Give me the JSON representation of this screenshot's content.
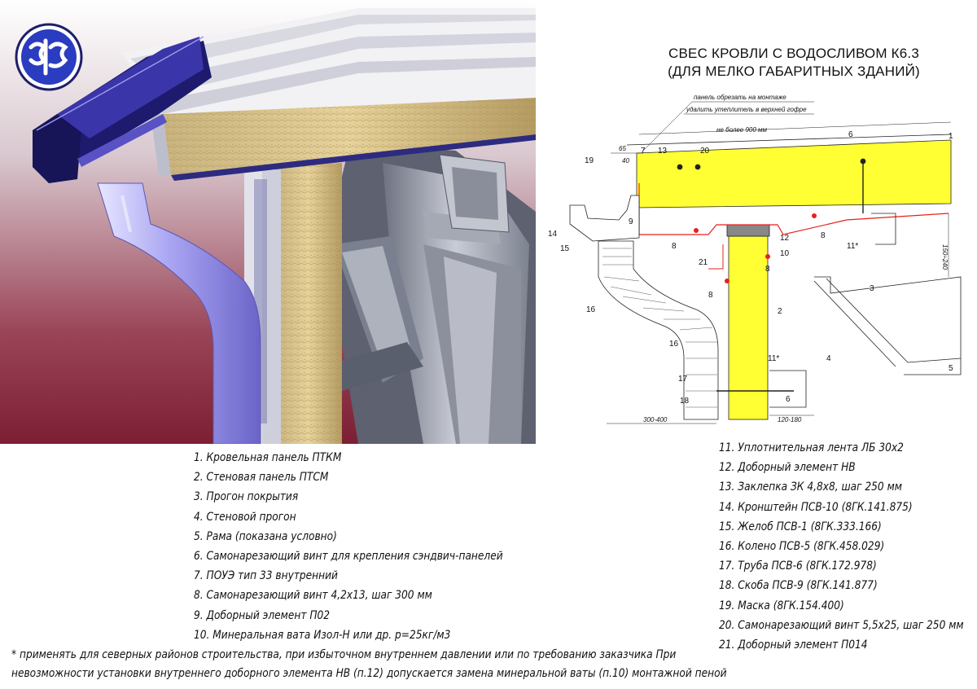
{
  "title_line1": "СВЕС КРОВЛИ С ВОДОСЛИВОМ К6.3",
  "title_line2": "(ДЛЯ МЕЛКО ГАБАРИТНЫХ ЗДАНИЙ)",
  "drawing": {
    "callout_1": "панель обрезать на монтаже",
    "callout_2": "удалить утеплитель в верхней гофре",
    "dim_900": "не более 900 мм",
    "dim_65": "65",
    "dim_40": "40",
    "dim_height": "150÷240",
    "dim_300_400": "300-400",
    "dim_120_180": "120-180",
    "labels": [
      "1",
      "2",
      "3",
      "4",
      "5",
      "6",
      "6",
      "7",
      "8",
      "8",
      "8",
      "8",
      "9",
      "10",
      "11*",
      "11*",
      "12",
      "13",
      "14",
      "15",
      "16",
      "16",
      "17",
      "18",
      "19",
      "20",
      "21"
    ]
  },
  "legend_left": [
    "1. Кровельная панель ПТКМ",
    "2. Стеновая панель ПТСМ",
    "3. Прогон покрытия",
    "4. Стеновой прогон",
    "5. Рама (показана условно)",
    "6. Самонарезающий винт для крепления сэндвич-панелей",
    "7. ПОУЭ тип 33 внутренний",
    "8. Самонарезающий винт 4,2х13, шаг 300 мм",
    "9. Доборный элемент П02",
    "10. Минеральная вата Изол-Н или др. р=25кг/м3"
  ],
  "legend_right": [
    "11. Уплотнительная лента ЛБ 30х2",
    "12. Доборный элемент НВ",
    "13. Заклепка ЗК 4,8х8, шаг 250 мм",
    "14. Кронштейн ПСВ-10 (8ГК.141.875)",
    "15. Желоб ПСВ-1 (8ГК.333.166)",
    "16. Колено ПСВ-5 (8ГК.458.029)",
    "17. Труба ПСВ-6 (8ГК.172.978)",
    "18. Скоба ПСВ-9 (8ГК.141.877)",
    "19. Маска (8ГК.154.400)",
    "20. Самонарезающий винт 5,5х25, шаг 250 мм",
    "21. Доборный элемент П014"
  ],
  "footnote_line1": "* применять для  северных районов строительства, при избыточном внутреннем  давлении  или по требованию заказчика При",
  "footnote_line2": "невозможности установки внутреннего доборного элемента НВ (п.12) допускается замена минеральной ваты (п.10) монтажной пеной",
  "colors": {
    "insulation": "#ffff33",
    "seal": "#e8201a",
    "render_bg_top": "#ffffff",
    "render_bg_bottom": "#8c2a3c",
    "gutter": "#1d1a66",
    "logo_blue": "#2a3cc0"
  }
}
